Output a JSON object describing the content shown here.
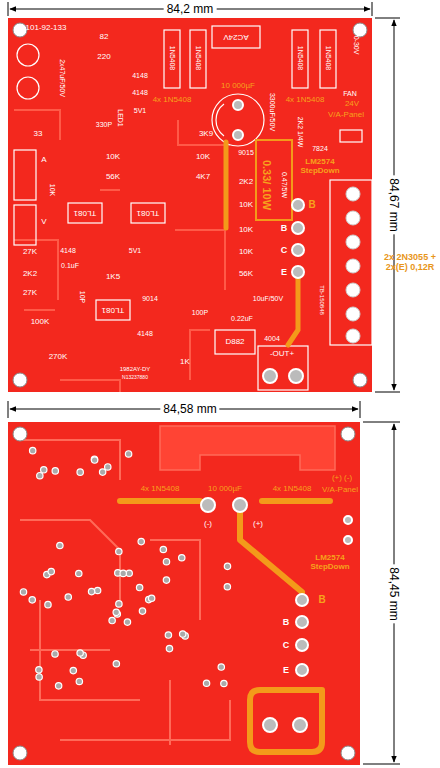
{
  "diagram": {
    "labels": [
      "84,2 mm",
      "84,67 mm",
      "2x 2N3055 + 2x(E) 0,12R",
      "101-92-133",
      "2x47uF/50V",
      "82",
      "220",
      "4148",
      "4148",
      "5V1",
      "1N5408",
      "1N5408",
      "AC24V",
      "1N5408",
      "1N5408",
      "0-30V",
      "4x 1N5408",
      "10 000µF",
      "3300uF/50V",
      "4x 1N5408",
      "FAN",
      "24V",
      "V/A-Panel",
      "330P",
      "LED1",
      "33",
      "3K9",
      "2K2 1/4W",
      "7824",
      "LM2574 StepDown",
      "A",
      "10K",
      "10K",
      "10K",
      "9015",
      "56K",
      "4K7",
      "2K2",
      "0.33/ 10W",
      "0.47/5W",
      "V",
      "TL081",
      "TL081",
      "10K",
      "B",
      "B",
      "10K",
      "C",
      "10K",
      "E",
      "27K",
      "4148",
      "5V1",
      "0.1uF",
      "2K2",
      "1K5",
      "56K",
      "27K",
      "10P",
      "9014",
      "10uF/50V",
      "TB-150848",
      "TL081",
      "100P",
      "0.22uF",
      "100K",
      "4148",
      "D882",
      "4004",
      "-OUT+",
      "270K",
      "1K",
      "1982AY-DY",
      "N13237880",
      "84,58 mm",
      "84,45 mm",
      "4x 1N5408",
      "10 000µF",
      "4x 1N5408",
      "(+) (-)",
      "V/A-Panel",
      "(-)",
      "(+)",
      "LM2574 StepDown",
      "B",
      "B",
      "C",
      "E"
    ]
  }
}
